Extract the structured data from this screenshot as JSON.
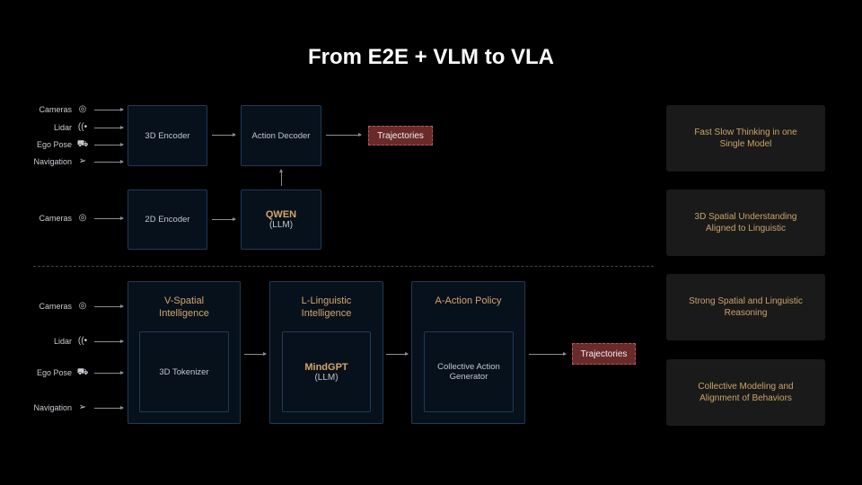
{
  "title": "From E2E + VLM to VLA",
  "top": {
    "inputs": [
      {
        "label": "Cameras",
        "icon": "camera-icon"
      },
      {
        "label": "Lidar",
        "icon": "lidar-icon"
      },
      {
        "label": "Ego Pose",
        "icon": "car-icon"
      },
      {
        "label": "Navigation",
        "icon": "navigation-icon"
      }
    ],
    "input2": {
      "label": "Cameras",
      "icon": "camera-icon"
    },
    "encoder3d": "3D Encoder",
    "decoder": "Action Decoder",
    "encoder2d": "2D Encoder",
    "qwen": "QWEN",
    "qwen_sub": "(LLM)",
    "output": "Trajectories"
  },
  "bottom": {
    "inputs": [
      {
        "label": "Cameras",
        "icon": "camera-icon"
      },
      {
        "label": "Lidar",
        "icon": "lidar-icon"
      },
      {
        "label": "Ego Pose",
        "icon": "car-icon"
      },
      {
        "label": "Navigation",
        "icon": "navigation-icon"
      }
    ],
    "v_title": "V-Spatial Intelligence",
    "v_inner": "3D Tokenizer",
    "l_title": "L-Linguistic Intelligence",
    "l_inner": "MindGPT",
    "l_inner_sub": "(LLM)",
    "a_title": "A-Action Policy",
    "a_inner": "Collective Action Generator",
    "output": "Trajectories"
  },
  "features": [
    "Fast Slow Thinking in one Single Model",
    "3D Spatial Understanding Aligned to Linguistic",
    "Strong Spatial and Linguistic Reasoning",
    "Collective Modeling and Alignment of Behaviors"
  ]
}
